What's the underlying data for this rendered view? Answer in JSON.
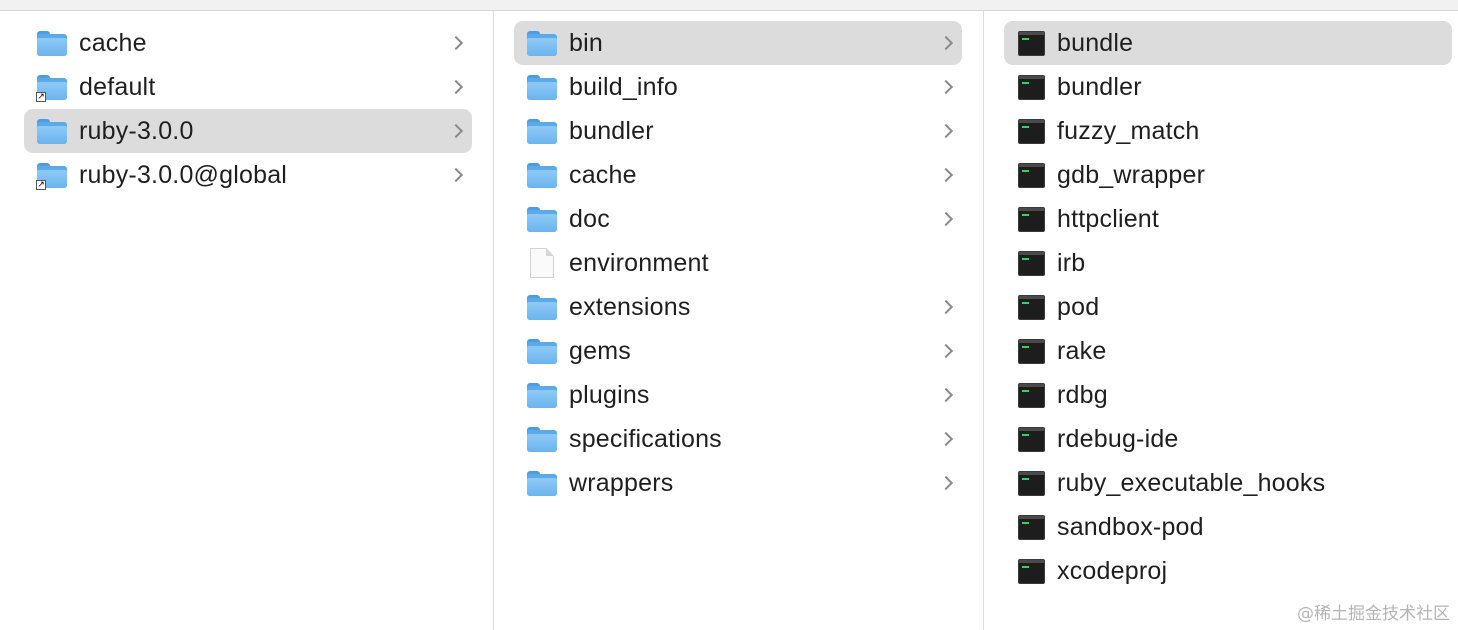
{
  "columns": [
    {
      "items": [
        {
          "label": "cache",
          "icon": "folder-icon",
          "alias": false,
          "chevron": true,
          "selected": false
        },
        {
          "label": "default",
          "icon": "folder-icon",
          "alias": true,
          "chevron": true,
          "selected": false
        },
        {
          "label": "ruby-3.0.0",
          "icon": "folder-icon",
          "alias": false,
          "chevron": true,
          "selected": true
        },
        {
          "label": "ruby-3.0.0@global",
          "icon": "folder-icon",
          "alias": true,
          "chevron": true,
          "selected": false
        }
      ]
    },
    {
      "items": [
        {
          "label": "bin",
          "icon": "folder-icon",
          "alias": false,
          "chevron": true,
          "selected": true
        },
        {
          "label": "build_info",
          "icon": "folder-icon",
          "alias": false,
          "chevron": true,
          "selected": false
        },
        {
          "label": "bundler",
          "icon": "folder-icon",
          "alias": false,
          "chevron": true,
          "selected": false
        },
        {
          "label": "cache",
          "icon": "folder-icon",
          "alias": false,
          "chevron": true,
          "selected": false
        },
        {
          "label": "doc",
          "icon": "folder-icon",
          "alias": false,
          "chevron": true,
          "selected": false
        },
        {
          "label": "environment",
          "icon": "document-icon",
          "alias": false,
          "chevron": false,
          "selected": false
        },
        {
          "label": "extensions",
          "icon": "folder-icon",
          "alias": false,
          "chevron": true,
          "selected": false
        },
        {
          "label": "gems",
          "icon": "folder-icon",
          "alias": false,
          "chevron": true,
          "selected": false
        },
        {
          "label": "plugins",
          "icon": "folder-icon",
          "alias": false,
          "chevron": true,
          "selected": false
        },
        {
          "label": "specifications",
          "icon": "folder-icon",
          "alias": false,
          "chevron": true,
          "selected": false
        },
        {
          "label": "wrappers",
          "icon": "folder-icon",
          "alias": false,
          "chevron": true,
          "selected": false
        }
      ]
    },
    {
      "items": [
        {
          "label": "bundle",
          "icon": "unix-executable-icon",
          "alias": false,
          "chevron": false,
          "selected": true
        },
        {
          "label": "bundler",
          "icon": "unix-executable-icon",
          "alias": false,
          "chevron": false,
          "selected": false
        },
        {
          "label": "fuzzy_match",
          "icon": "unix-executable-icon",
          "alias": false,
          "chevron": false,
          "selected": false
        },
        {
          "label": "gdb_wrapper",
          "icon": "unix-executable-icon",
          "alias": false,
          "chevron": false,
          "selected": false
        },
        {
          "label": "httpclient",
          "icon": "unix-executable-icon",
          "alias": false,
          "chevron": false,
          "selected": false
        },
        {
          "label": "irb",
          "icon": "unix-executable-icon",
          "alias": false,
          "chevron": false,
          "selected": false
        },
        {
          "label": "pod",
          "icon": "unix-executable-icon",
          "alias": false,
          "chevron": false,
          "selected": false
        },
        {
          "label": "rake",
          "icon": "unix-executable-icon",
          "alias": false,
          "chevron": false,
          "selected": false
        },
        {
          "label": "rdbg",
          "icon": "unix-executable-icon",
          "alias": false,
          "chevron": false,
          "selected": false
        },
        {
          "label": "rdebug-ide",
          "icon": "unix-executable-icon",
          "alias": false,
          "chevron": false,
          "selected": false
        },
        {
          "label": "ruby_executable_hooks",
          "icon": "unix-executable-icon",
          "alias": false,
          "chevron": false,
          "selected": false
        },
        {
          "label": "sandbox-pod",
          "icon": "unix-executable-icon",
          "alias": false,
          "chevron": false,
          "selected": false
        },
        {
          "label": "xcodeproj",
          "icon": "unix-executable-icon",
          "alias": false,
          "chevron": false,
          "selected": false
        }
      ]
    }
  ],
  "colors": {
    "selection": "#dcdcdc",
    "folder": "#6ab4ee",
    "chevron": "#8b8b8b",
    "exec_text": "#2fd36a"
  },
  "watermark": "@稀土掘金技术社区"
}
